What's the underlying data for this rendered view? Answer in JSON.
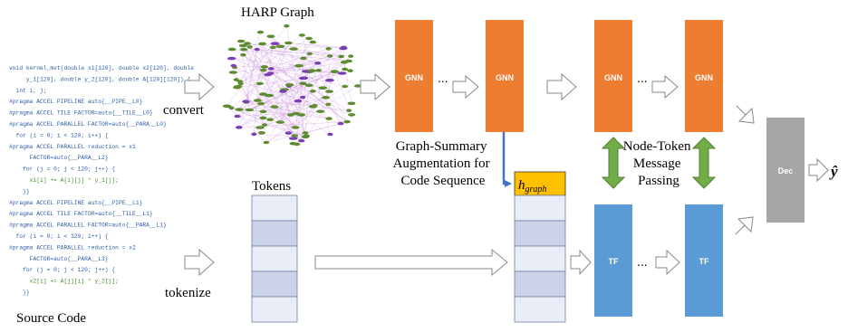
{
  "labels": {
    "harp_graph": "HARP Graph",
    "convert": "convert",
    "tokenize": "tokenize",
    "source_code": "Source Code",
    "tokens": "Tokens",
    "graph_summary": [
      "Graph-Summary",
      "Augmentation for",
      "Code Sequence"
    ],
    "node_token": [
      "Node-Token",
      "Message",
      "Passing"
    ],
    "h_graph_base": "h",
    "h_graph_sub": "graph",
    "output": "ŷ",
    "ellipsis": "..."
  },
  "blocks": {
    "gnn": "GNN",
    "tf": "TF",
    "dec": "Dec"
  },
  "colors": {
    "gnn": "#ED7D31",
    "tf": "#5B9BD5",
    "dec": "#A6A6A6",
    "h_graph": "#FFC000",
    "token_light": "#E9EDF6",
    "token_dark": "#CCD3E8",
    "token_border": "#6F7FA8",
    "arrow_blue": "#4472C4",
    "arrow_green": "#70AD47",
    "code_blue": "#2F5DA8",
    "code_green": "#4E8C2E",
    "graph_node_green": "#5E8C31",
    "graph_node_purple": "#7A3FB0",
    "graph_edge": "#C58AD8"
  },
  "source_code": [
    "void kernel_mvt(double x1[120], double x2[120], double",
    "     y_1[120], double y_2[120], double A[120][120]) {",
    "  int i, j;",
    "#pragma ACCEL PIPELINE auto{__PIPE__L0}",
    "#pragma ACCEL TILE FACTOR=auto{__TILE__L0}",
    "#pragma ACCEL PARALLEL FACTOR=auto{__PARA__L0}",
    "  for (i = 0; i < 120; i++) {",
    "#pragma ACCEL PARALLEL reduction = x1",
    "      FACTOR=auto{__PARA__L2}",
    "    for (j = 0; j < 120; j++) {",
    "      x1[i] += A[i][j] * y_1[j];",
    "    }}",
    "#pragma ACCEL PIPELINE auto{__PIPE__L1}",
    "#pragma ACCEL TILE FACTOR=auto{__TILE__L1}",
    "#pragma ACCEL PARALLEL FACTOR=auto{__PARA__L1}",
    "  for (i = 0; i < 120; i++) {",
    "#pragma ACCEL PARALLEL reduction = x2",
    "      FACTOR=auto{__PARA__L3}",
    "    for (j = 0; j < 120; j++) {",
    "      x2[i] += A[j][i] * y_2[j];",
    "    }}"
  ]
}
